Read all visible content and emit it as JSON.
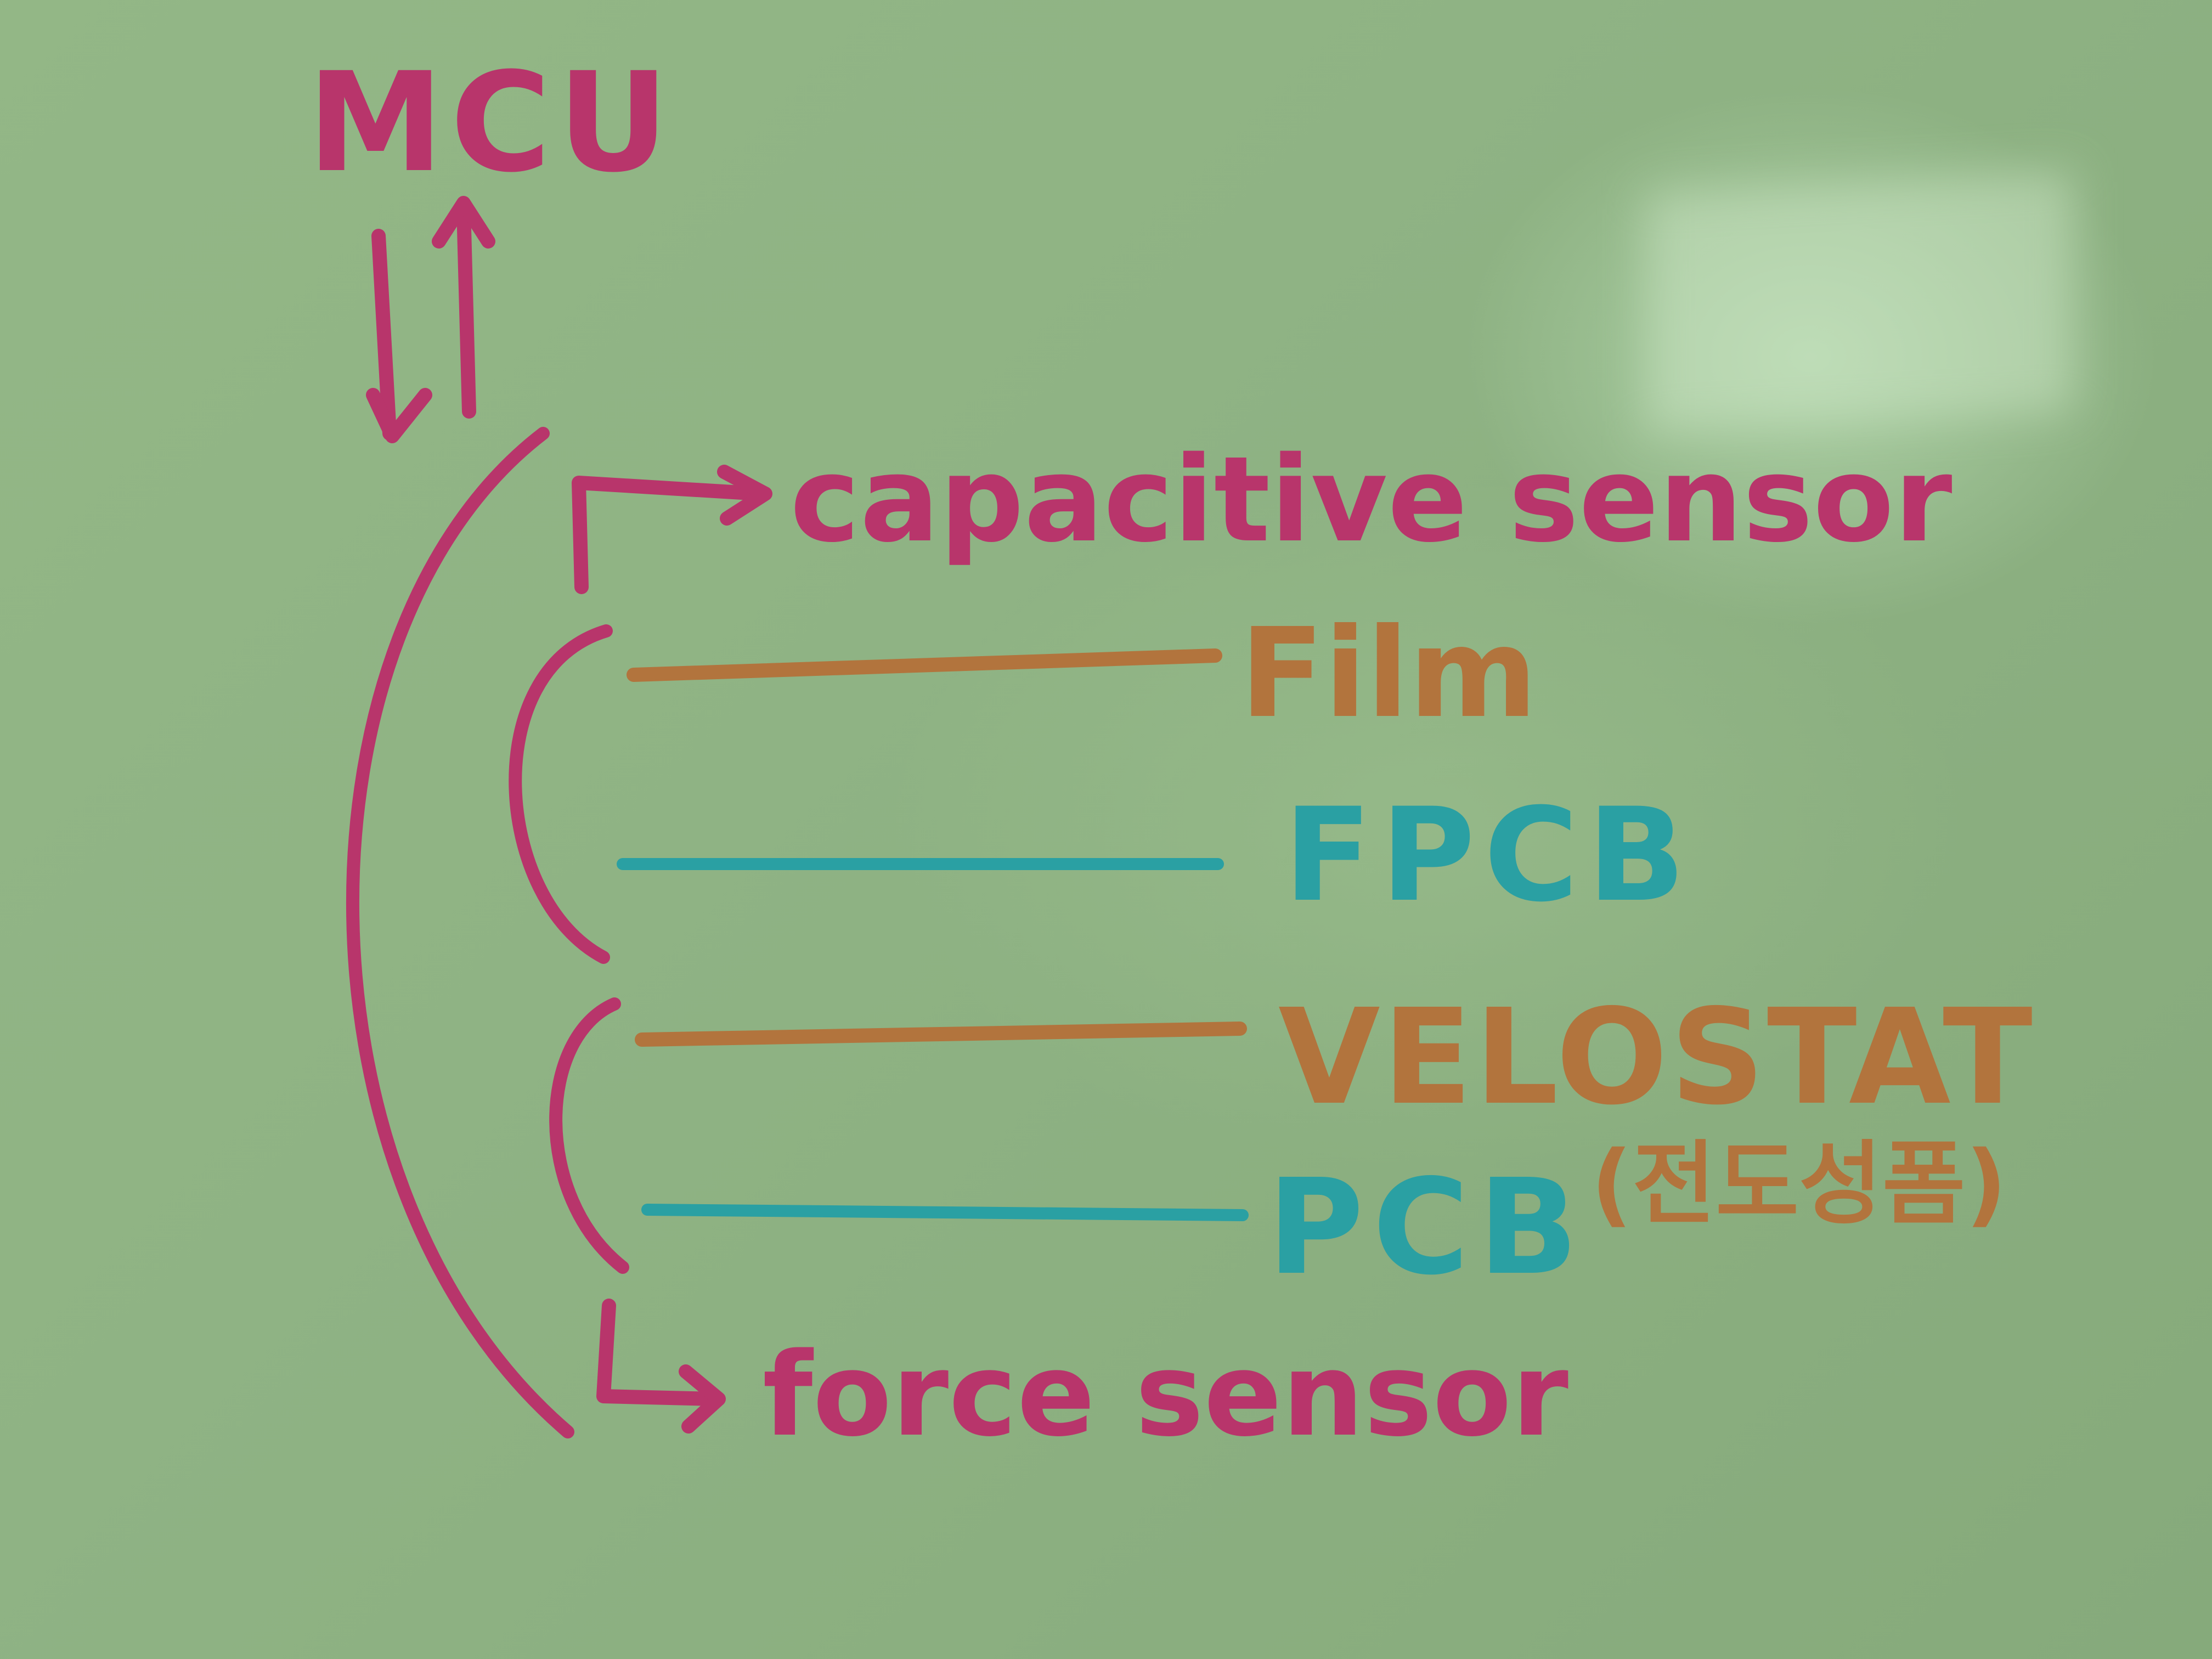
{
  "colors": {
    "magenta": "#b8356b",
    "orange": "#b2743d",
    "teal": "#2aa0a3",
    "board": "#8fb284"
  },
  "labels": {
    "mcu": "MCU",
    "capacitive_sensor": "capacitive sensor",
    "force_sensor": "force sensor",
    "film": "Film",
    "fpcb": "FPCB",
    "velostat": "VELOSTAT",
    "velostat_note": "(전도성폼)",
    "pcb": "PCB"
  }
}
